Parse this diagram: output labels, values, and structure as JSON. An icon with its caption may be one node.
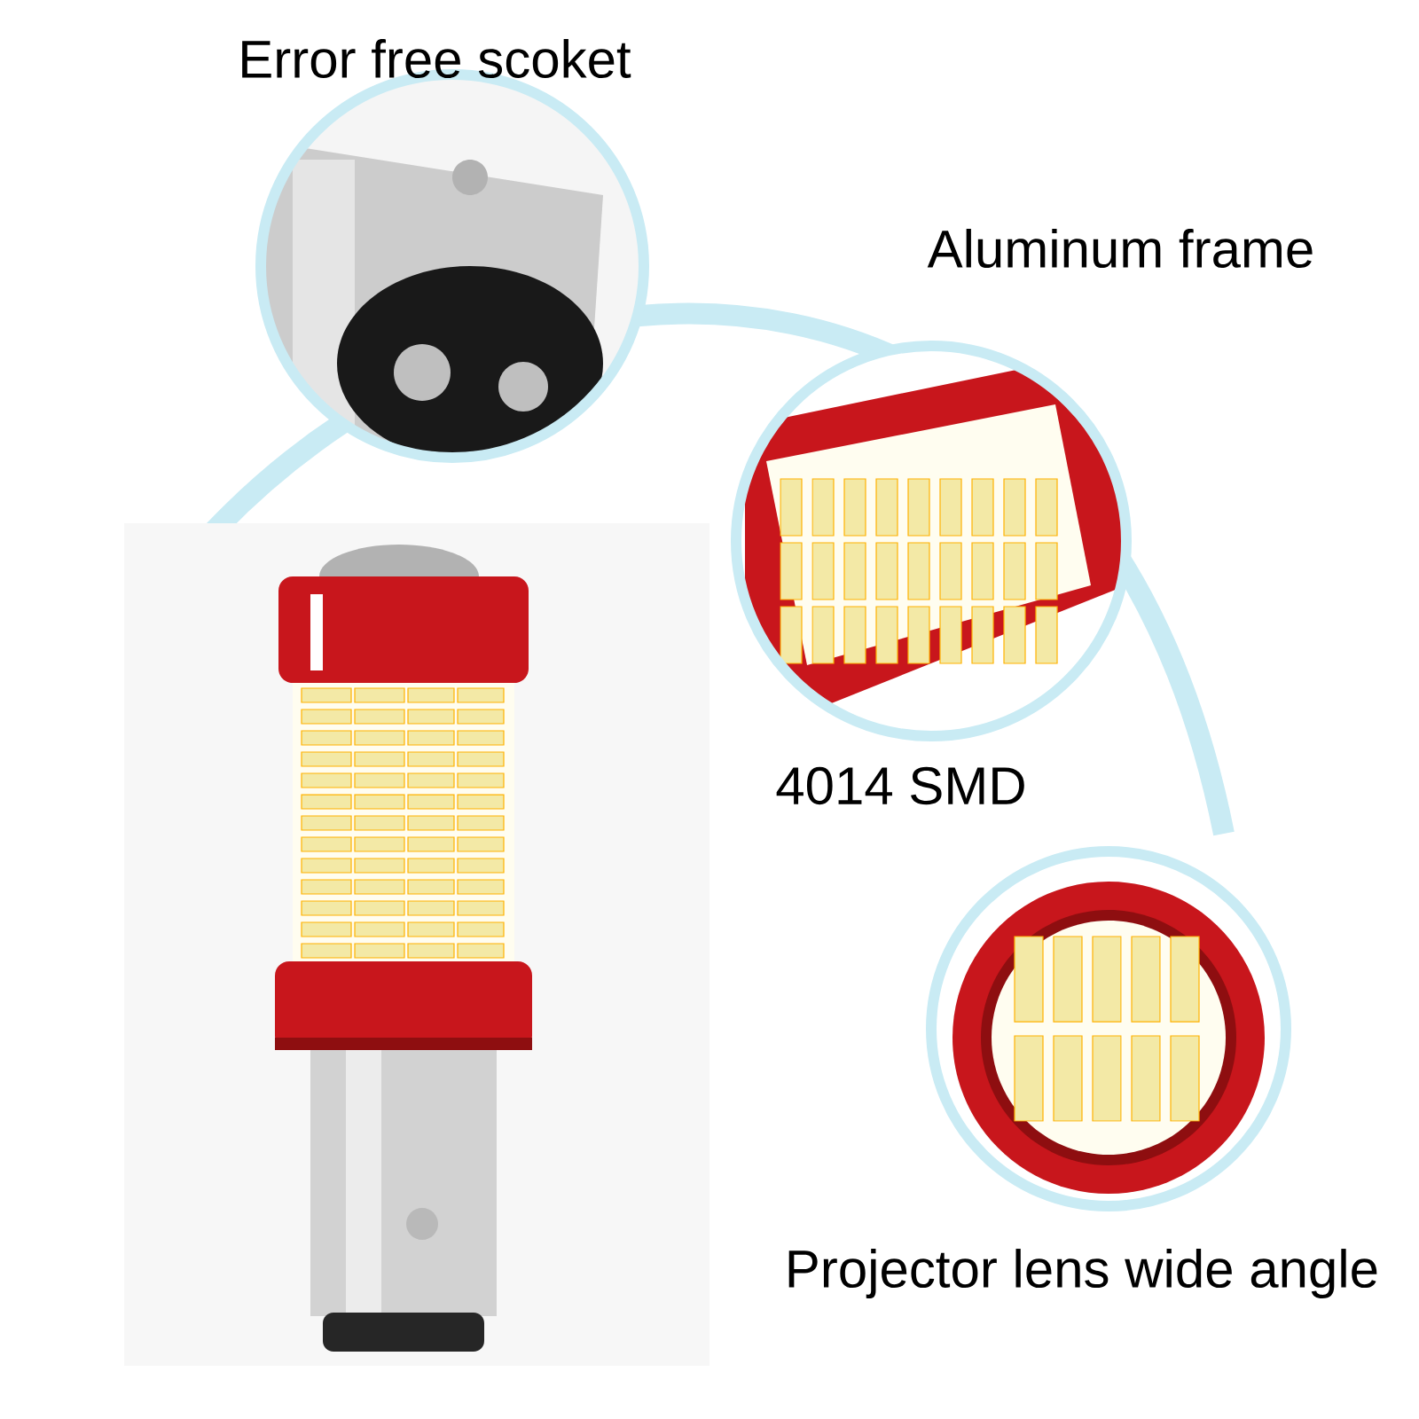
{
  "diagram": {
    "labels": [
      "Error free scoket",
      "Aluminum frame",
      "4014 SMD",
      "Projector lens wide angle"
    ]
  }
}
